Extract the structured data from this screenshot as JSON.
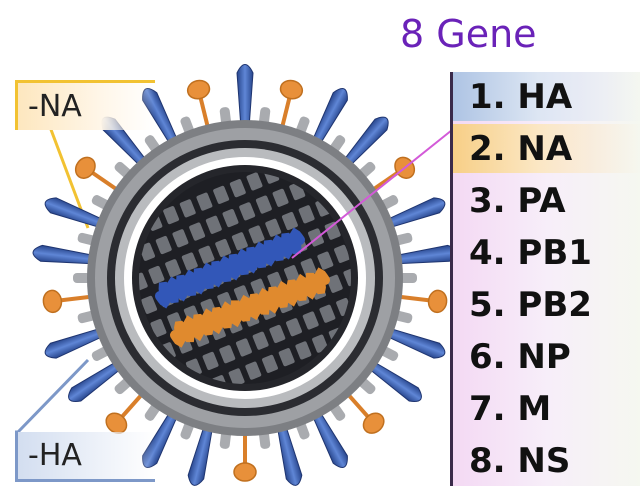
{
  "title": "8 Gene",
  "labels": {
    "na": "-NA",
    "ha": "-HA"
  },
  "genes": [
    "1. HA",
    "2. NA",
    "3. PA",
    "4. PB1",
    "5. PB2",
    "6. NP",
    "7. M",
    "8. NS"
  ],
  "icons": {
    "virion": "influenza-virion-icon"
  },
  "colors": {
    "title": "#6a22b8",
    "ha_spike": "#3d63b5",
    "na_spike": "#e8903a",
    "envelope": "#8a8c90",
    "core": "#1e1f24",
    "na_leader": "#f2c232",
    "ha_leader": "#7d98c8",
    "gene_leader": "#d35ad8"
  }
}
